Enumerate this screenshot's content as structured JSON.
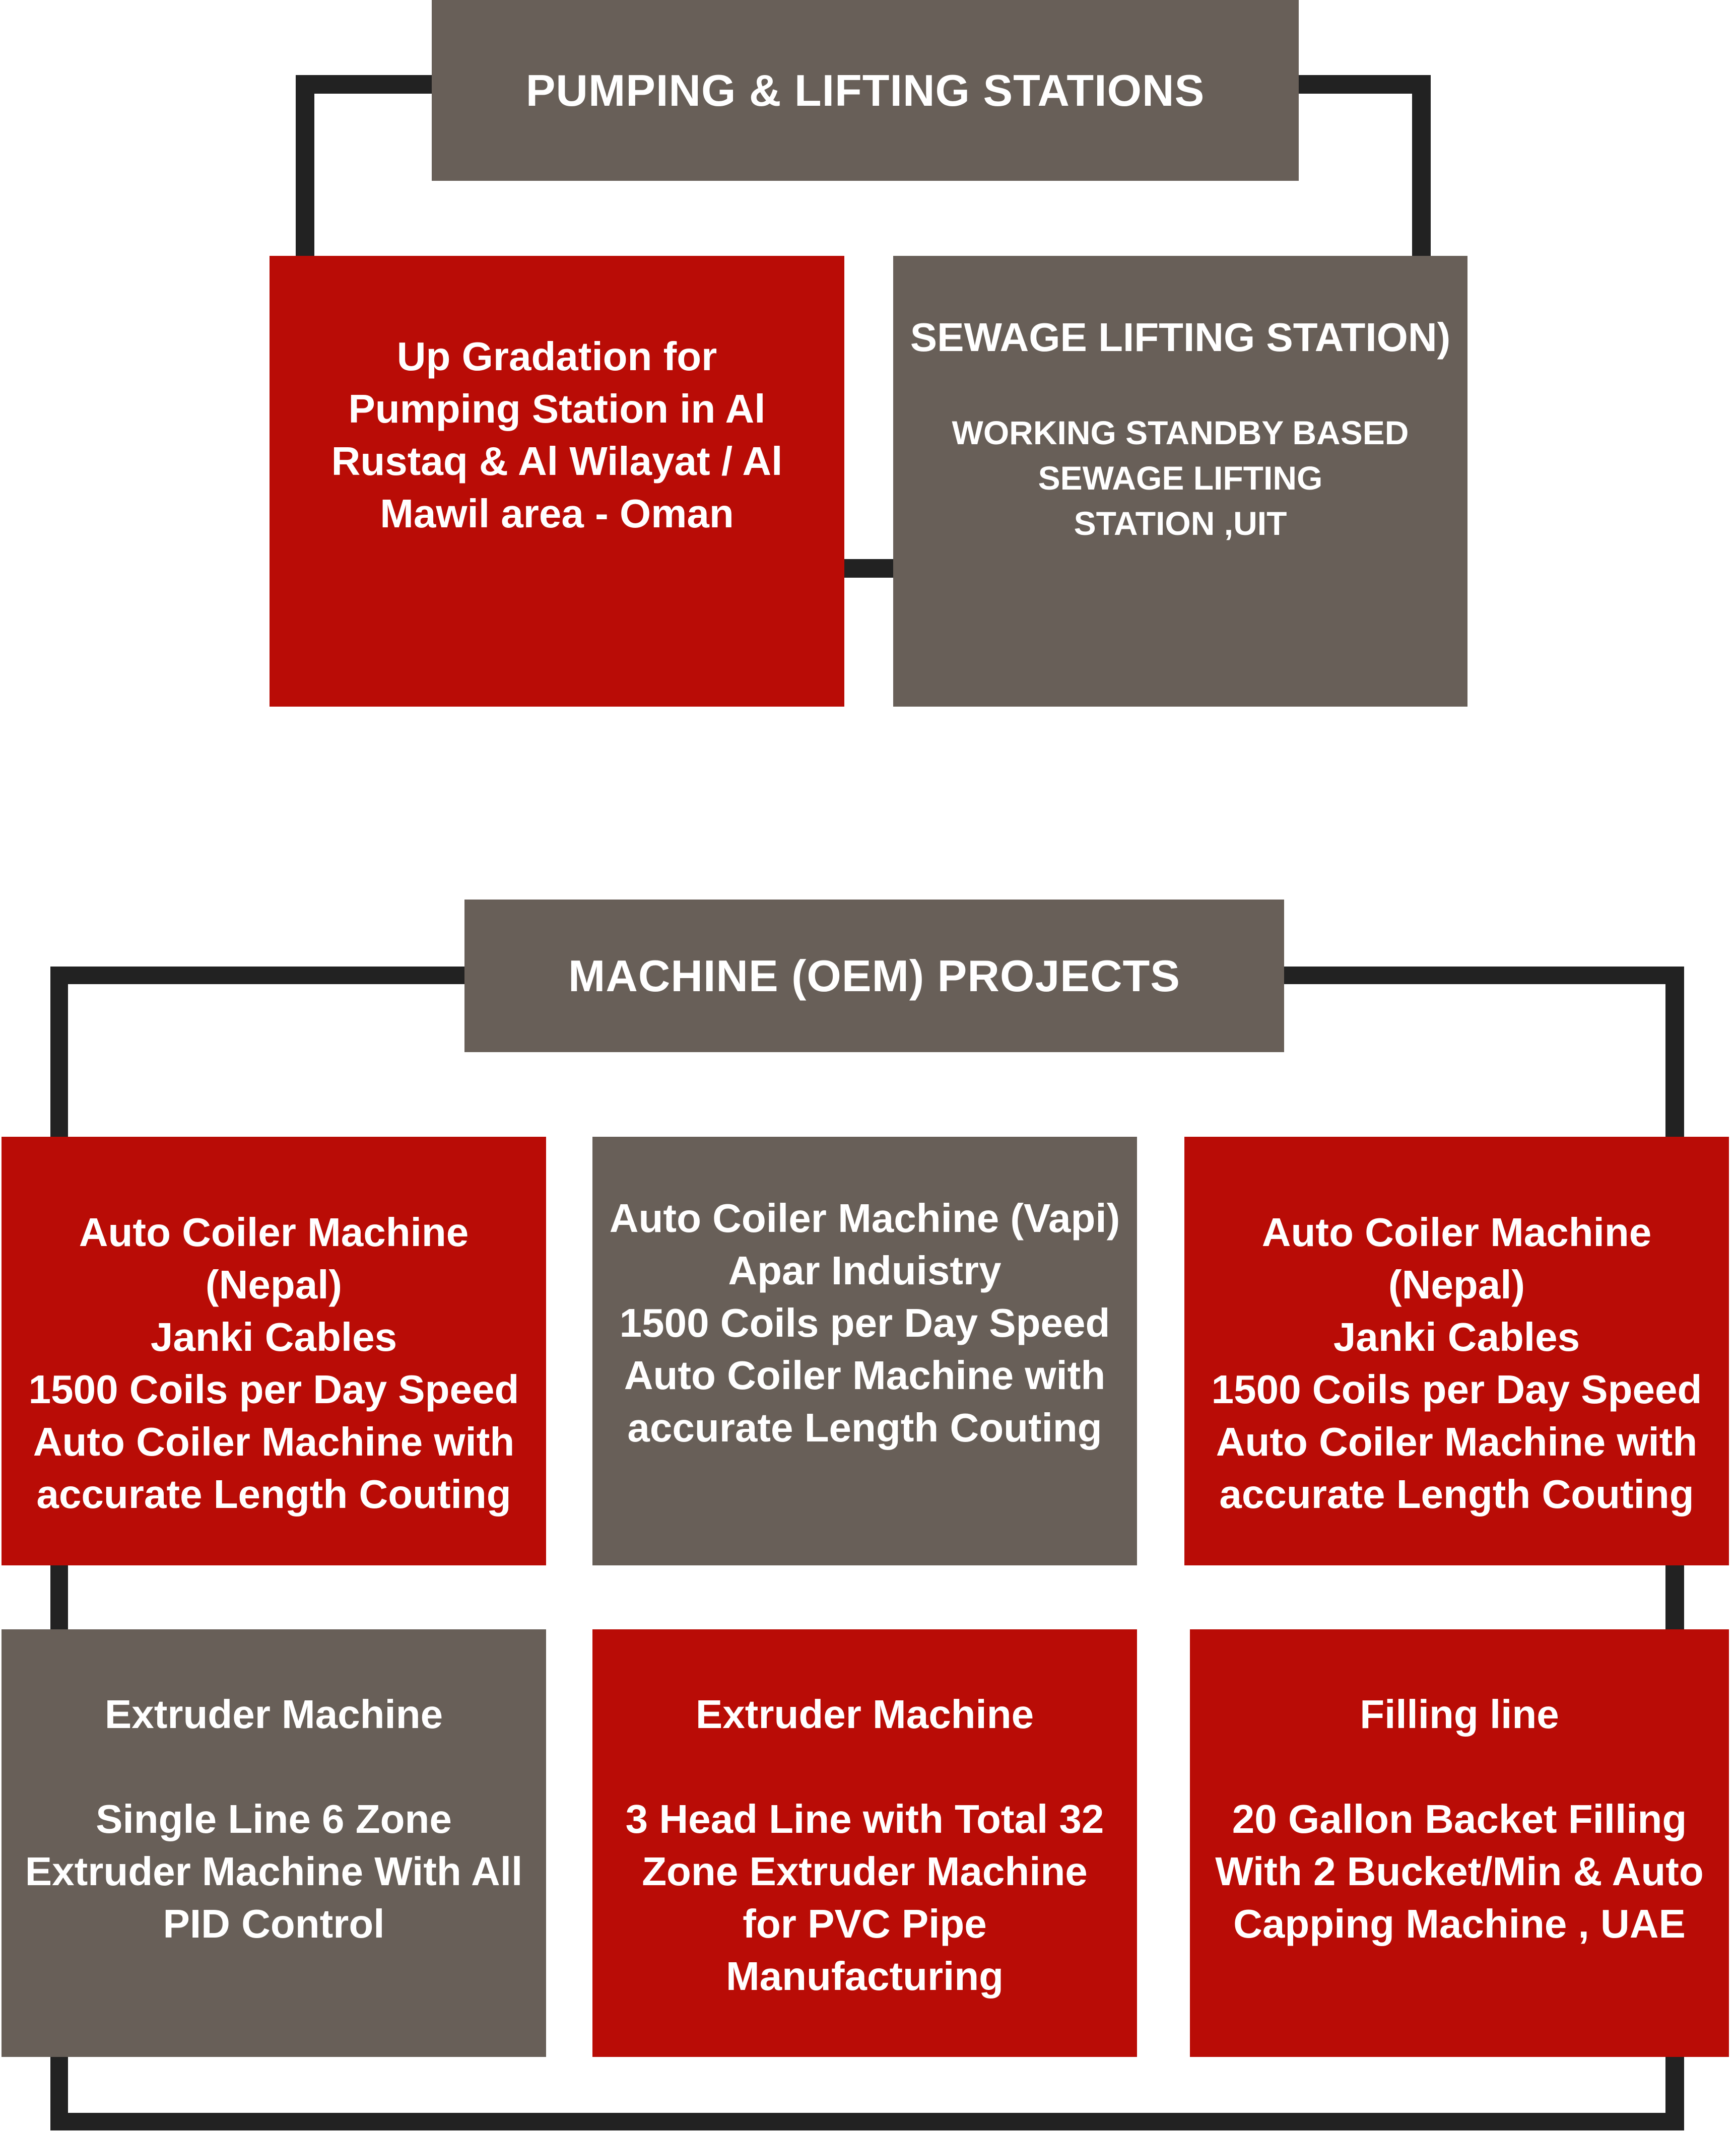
{
  "section1": {
    "title": "PUMPING & LIFTING STATIONS",
    "boxes": [
      {
        "text": "Up Gradation for\nPumping Station in Al\nRustaq & Al Wilayat / Al\nMawil area - Oman"
      },
      {
        "title": "SEWAGE LIFTING STATION)",
        "text": "WORKING STANDBY BASED\nSEWAGE LIFTING\nSTATION ,UIT"
      }
    ]
  },
  "section2": {
    "title": "MACHINE (OEM) PROJECTS",
    "boxes": [
      {
        "text": "Auto Coiler Machine\n(Nepal)\nJanki Cables\n1500 Coils per Day Speed\nAuto Coiler Machine with\naccurate Length Couting"
      },
      {
        "text": "Auto Coiler Machine (Vapi)\nApar Induistry\n1500 Coils per Day Speed\nAuto Coiler Machine with\naccurate Length Couting"
      },
      {
        "text": "Auto Coiler Machine\n(Nepal)\nJanki Cables\n1500 Coils per Day Speed\nAuto Coiler Machine with\naccurate Length Couting"
      },
      {
        "title": "Extruder Machine",
        "text": "Single Line 6 Zone\nExtruder Machine With All\nPID Control"
      },
      {
        "title": "Extruder Machine",
        "text": "3 Head Line with Total 32\nZone Extruder Machine\nfor PVC Pipe\nManufacturing"
      },
      {
        "title": "Filling line",
        "text": "20 Gallon Backet Filling\nWith 2 Bucket/Min & Auto\nCapping Machine , UAE"
      }
    ]
  }
}
